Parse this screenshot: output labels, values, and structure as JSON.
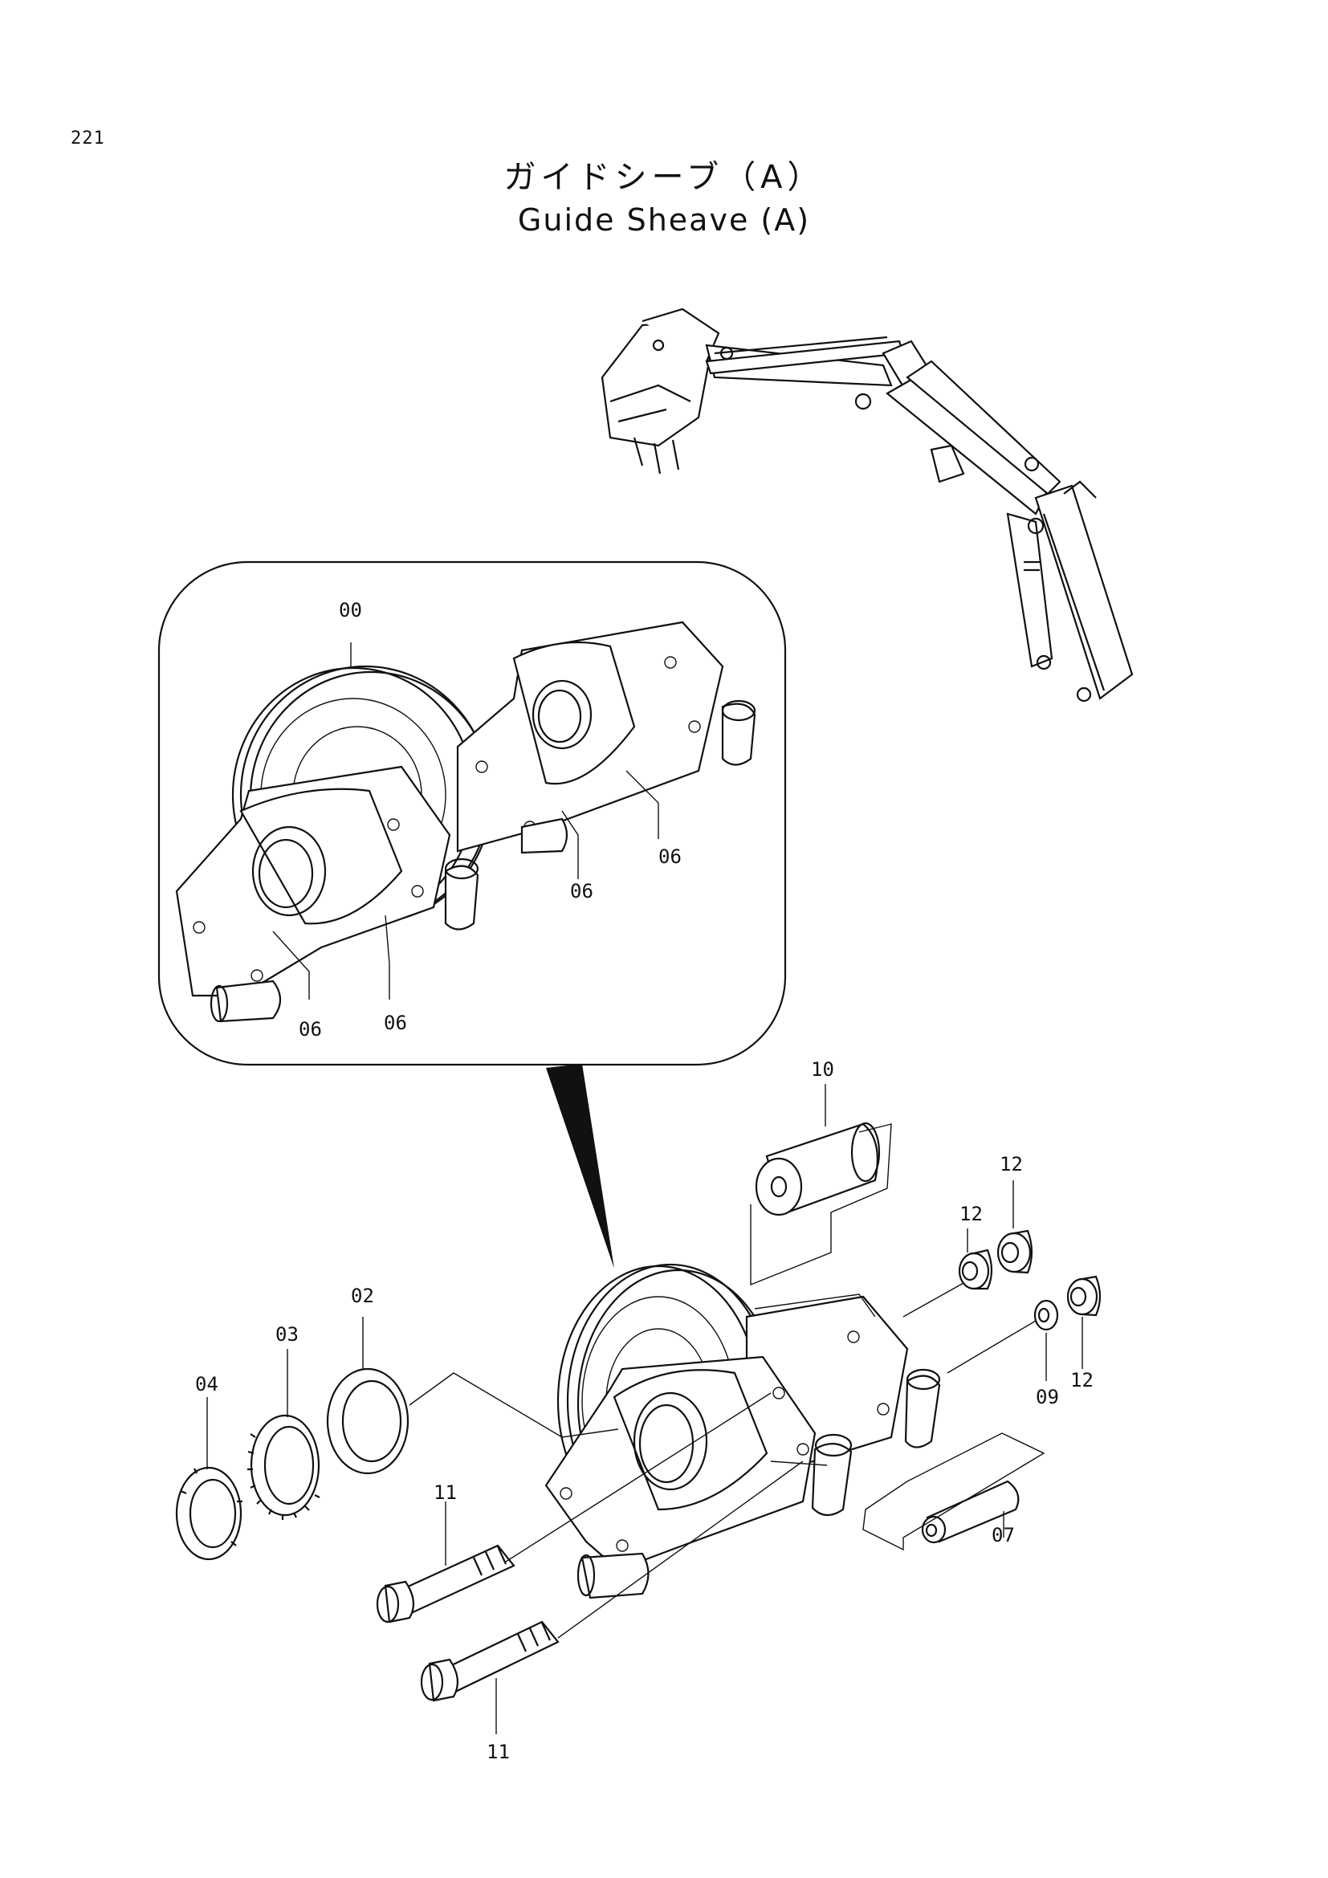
{
  "page_number": "221",
  "title_ja": "ガイドシーブ（A）",
  "title_en": "Guide Sheave (A)",
  "callouts": {
    "c00": "00",
    "c02": "02",
    "c03": "03",
    "c04": "04",
    "c06": "06",
    "c07": "07",
    "c09": "09",
    "c10": "10",
    "c11": "11",
    "c12": "12"
  }
}
